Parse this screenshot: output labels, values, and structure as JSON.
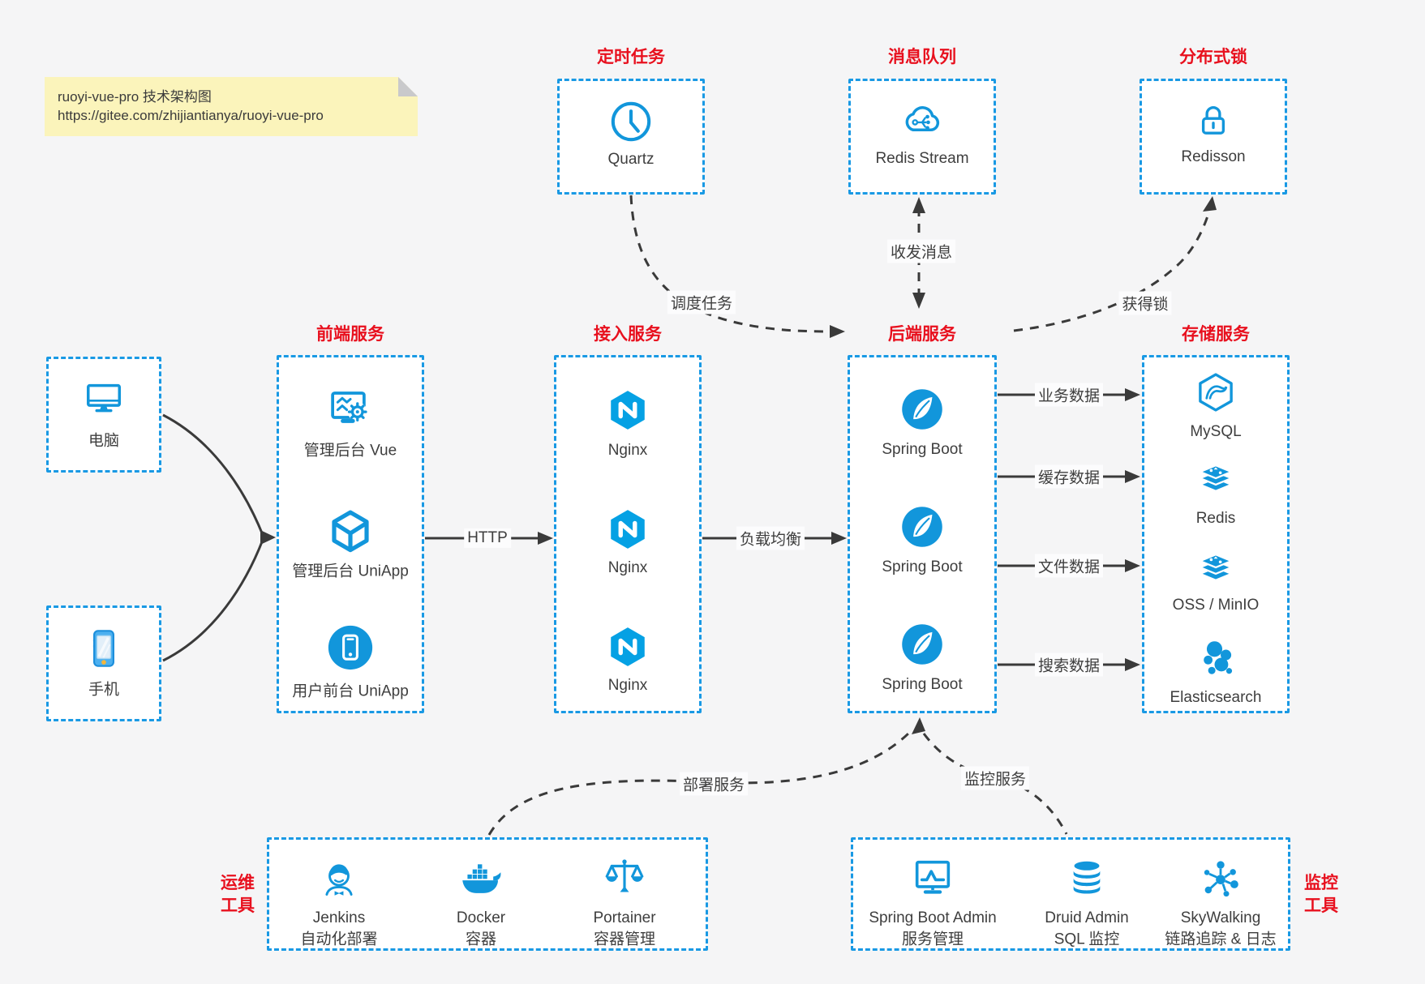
{
  "note": {
    "line1": "ruoyi-vue-pro 技术架构图",
    "line2": "https://gitee.com/zhijiantianya/ruoyi-vue-pro"
  },
  "colors": {
    "background": "#f5f5f6",
    "panel_fill": "#ffffff",
    "dashed_border_blue": "#1999e4",
    "icon_blue": "#1296db",
    "title_red": "#e8101e",
    "connector_dark": "#3a3a3a",
    "note_bg": "#fbf4bb",
    "note_fold": "#c9c9cb"
  },
  "top": {
    "scheduler": {
      "title": "定时任务",
      "item": {
        "label": "Quartz",
        "icon": "clock-icon"
      }
    },
    "mq": {
      "title": "消息队列",
      "item": {
        "label": "Redis Stream",
        "icon": "message-cloud-icon"
      }
    },
    "lock": {
      "title": "分布式锁",
      "item": {
        "label": "Redisson",
        "icon": "lock-icon"
      }
    }
  },
  "clients": {
    "pc": {
      "label": "电脑",
      "icon": "desktop-icon"
    },
    "mobile": {
      "label": "手机",
      "icon": "smartphone-icon"
    }
  },
  "frontend": {
    "title": "前端服务",
    "items": [
      {
        "label": "管理后台 Vue",
        "icon": "admin-vue-icon"
      },
      {
        "label": "管理后台 UniApp",
        "icon": "uniapp-cube-icon"
      },
      {
        "label": "用户前台 UniApp",
        "icon": "user-app-icon"
      }
    ]
  },
  "gateway": {
    "title": "接入服务",
    "items": [
      {
        "label": "Nginx",
        "icon": "nginx-icon"
      },
      {
        "label": "Nginx",
        "icon": "nginx-icon"
      },
      {
        "label": "Nginx",
        "icon": "nginx-icon"
      }
    ]
  },
  "backend": {
    "title": "后端服务",
    "items": [
      {
        "label": "Spring Boot",
        "icon": "spring-boot-icon"
      },
      {
        "label": "Spring Boot",
        "icon": "spring-boot-icon"
      },
      {
        "label": "Spring Boot",
        "icon": "spring-boot-icon"
      }
    ]
  },
  "storage": {
    "title": "存储服务",
    "items": [
      {
        "label": "MySQL",
        "icon": "mysql-icon"
      },
      {
        "label": "Redis",
        "icon": "redis-icon"
      },
      {
        "label": "OSS / MinIO",
        "icon": "oss-icon"
      },
      {
        "label": "Elasticsearch",
        "icon": "elasticsearch-icon"
      }
    ]
  },
  "ops": {
    "title_line1": "运维",
    "title_line2": "工具",
    "items": [
      {
        "label": "Jenkins",
        "sub": "自动化部署",
        "icon": "jenkins-icon"
      },
      {
        "label": "Docker",
        "sub": "容器",
        "icon": "docker-icon"
      },
      {
        "label": "Portainer",
        "sub": "容器管理",
        "icon": "portainer-icon"
      }
    ]
  },
  "monitoring": {
    "title_line1": "监控",
    "title_line2": "工具",
    "items": [
      {
        "label": "Spring Boot Admin",
        "sub": "服务管理",
        "icon": "spring-boot-admin-icon"
      },
      {
        "label": "Druid Admin",
        "sub": "SQL 监控",
        "icon": "druid-icon"
      },
      {
        "label": "SkyWalking",
        "sub": "链路追踪 & 日志",
        "icon": "skywalking-icon"
      }
    ]
  },
  "edges": {
    "http": "HTTP",
    "load_balance": "负载均衡",
    "schedule": "调度任务",
    "messages": "收发消息",
    "acquire_lock": "获得锁",
    "business_data": "业务数据",
    "cache_data": "缓存数据",
    "file_data": "文件数据",
    "search_data": "搜索数据",
    "deploy": "部署服务",
    "monitor": "监控服务"
  }
}
